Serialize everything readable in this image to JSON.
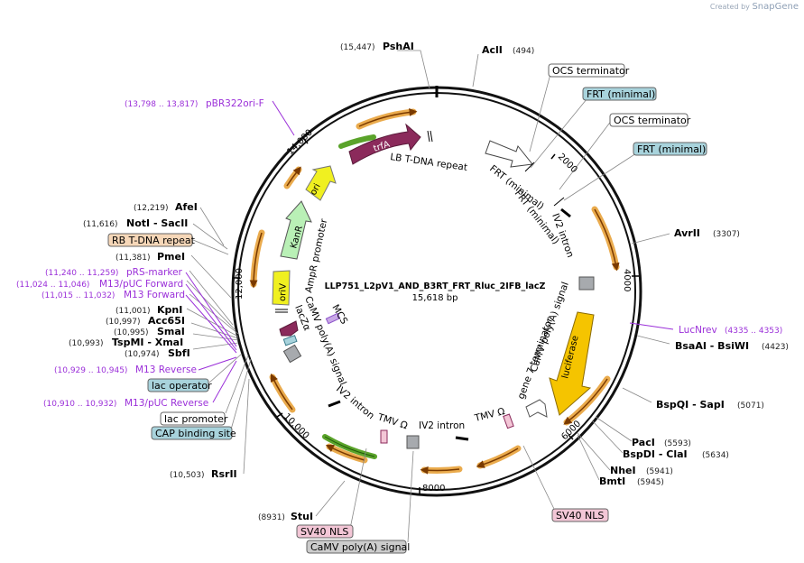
{
  "credit": {
    "prefix": "Created by",
    "brand": "SnapGene"
  },
  "plasmid": {
    "name": "LLP751_L2pV1_AND_B3RT_FRT_Rluc_2IFB_lacZ",
    "size": "15,618 bp"
  },
  "ticks": [
    {
      "label": "2000"
    },
    {
      "label": "4000"
    },
    {
      "label": "6000"
    },
    {
      "label": "8000"
    },
    {
      "label": "10,000"
    },
    {
      "label": "12,000"
    },
    {
      "label": "14,000"
    }
  ],
  "enzymes": [
    {
      "pos": "(15,447)",
      "name": "PshAI"
    },
    {
      "pos": "(494)",
      "name": "AclI"
    },
    {
      "pos": "(3307)",
      "name": "AvrII"
    },
    {
      "pos": "(4423)",
      "name": "BsaAI - BsiWI"
    },
    {
      "pos": "(5071)",
      "name": "BspQI - SapI"
    },
    {
      "pos": "(5593)",
      "name": "PacI"
    },
    {
      "pos": "(5634)",
      "name": "BspDI - ClaI"
    },
    {
      "pos": "(5941)",
      "name": "NheI"
    },
    {
      "pos": "(5945)",
      "name": "BmtI"
    },
    {
      "pos": "(8931)",
      "name": "StuI"
    },
    {
      "pos": "(10,503)",
      "name": "RsrII"
    },
    {
      "pos": "(10,974)",
      "name": "SbfI"
    },
    {
      "pos": "(10,993)",
      "name": "TspMI - XmaI"
    },
    {
      "pos": "(10,995)",
      "name": "SmaI"
    },
    {
      "pos": "(10,997)",
      "name": "Acc65I"
    },
    {
      "pos": "(11,001)",
      "name": "KpnI"
    },
    {
      "pos": "(11,381)",
      "name": "PmeI"
    },
    {
      "pos": "(11,616)",
      "name": "NotI - SacII"
    },
    {
      "pos": "(12,219)",
      "name": "AfeI"
    }
  ],
  "primers": [
    {
      "pos": "(13,798 .. 13,817)",
      "name": "pBR322ori-F"
    },
    {
      "pos": "(4335 .. 4353)",
      "name": "LucNrev"
    },
    {
      "pos": "(11,240 .. 11,259)",
      "name": "pRS-marker"
    },
    {
      "pos": "(11,024 .. 11,046)",
      "name": "M13/pUC Forward"
    },
    {
      "pos": "(11,015 .. 11,032)",
      "name": "M13 Forward"
    },
    {
      "pos": "(10,929 .. 10,945)",
      "name": "M13 Reverse"
    },
    {
      "pos": "(10,910 .. 10,932)",
      "name": "M13/pUC Reverse"
    }
  ],
  "boxed": [
    {
      "text": "OCS terminator",
      "color": "#ffffff"
    },
    {
      "text": "FRT (minimal)",
      "color": "#a8d3dc"
    },
    {
      "text": "OCS terminator",
      "color": "#ffffff"
    },
    {
      "text": "FRT (minimal)",
      "color": "#a8d3dc"
    },
    {
      "text": "RB T-DNA repeat",
      "color": "#f6d7b8"
    },
    {
      "text": "lac operator",
      "color": "#a8d3dc"
    },
    {
      "text": "lac promoter",
      "color": "#ffffff"
    },
    {
      "text": "CAP binding site",
      "color": "#a8d3dc"
    },
    {
      "text": "SV40 NLS",
      "color": "#f3c6d6"
    },
    {
      "text": "SV40 NLS",
      "color": "#f3c6d6"
    },
    {
      "text": "CaMV poly(A) signal",
      "color": "#cccccc"
    }
  ],
  "features": [
    {
      "text": "trfA"
    },
    {
      "text": "ori"
    },
    {
      "text": "KanR"
    },
    {
      "text": "oriV"
    },
    {
      "text": "luciferase"
    },
    {
      "text": "LB T-DNA repeat"
    },
    {
      "text": "FRT (minimal)"
    },
    {
      "text": "FRT (minimal)"
    },
    {
      "text": "IV2 intron"
    },
    {
      "text": "AmpR promoter"
    },
    {
      "text": "CaMV poly(A) signal"
    },
    {
      "text": "lacZα"
    },
    {
      "text": "MCS"
    },
    {
      "text": "CaMV poly(A) signal"
    },
    {
      "text": "gene 7 terminator"
    },
    {
      "text": "IV2 intron"
    },
    {
      "text": "TMV Ω"
    },
    {
      "text": "IV2 intron"
    },
    {
      "text": "TMV Ω"
    }
  ],
  "colors": {
    "trfA": "#8b2a5b",
    "ori": "#f0f020",
    "KanR": "#b9f0b6",
    "oriV": "#f0f020",
    "luciferase": "#f5c400",
    "green_arc": "#5aa32a",
    "orange_arc": "#e8a23a",
    "primer": "#9b30d9",
    "gray_box": "#a7aaae"
  }
}
